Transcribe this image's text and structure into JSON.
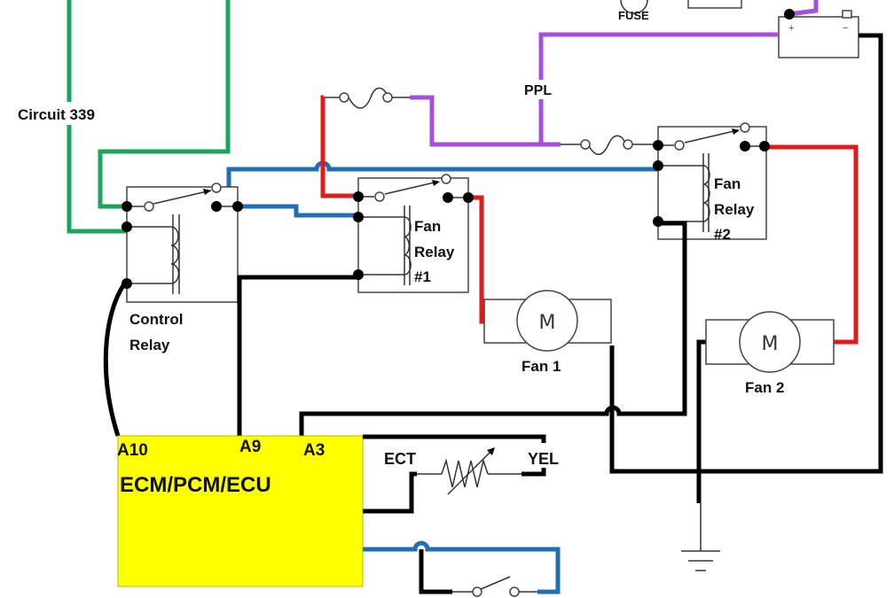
{
  "diagram": {
    "type": "automotive cooling fan wiring schematic",
    "labels": {
      "circuit": "Circuit 339",
      "fuse": "FUSE",
      "ppl": "PPL",
      "control_relay_line1": "Control",
      "control_relay_line2": "Relay",
      "fan_relay1_line1": "Fan",
      "fan_relay1_line2": "Relay",
      "fan_relay1_line3": "#1",
      "fan_relay2_line1": "Fan",
      "fan_relay2_line2": "Relay",
      "fan_relay2_line3": "#2",
      "fan1": "Fan 1",
      "fan2": "Fan 2",
      "motor_symbol": "M",
      "ecm": "ECM/PCM/ECU",
      "pin_a10": "A10",
      "pin_a9": "A9",
      "pin_a3": "A3",
      "ect": "ECT",
      "yel": "YEL",
      "battery_pos": "+",
      "battery_neg": "−"
    },
    "wire_colors": {
      "green": "#1aa55a",
      "blue": "#1f6fb4",
      "red": "#e21a1a",
      "purple": "#a64fd9",
      "black": "#000000",
      "ecm_fill": "#ffff00"
    }
  }
}
